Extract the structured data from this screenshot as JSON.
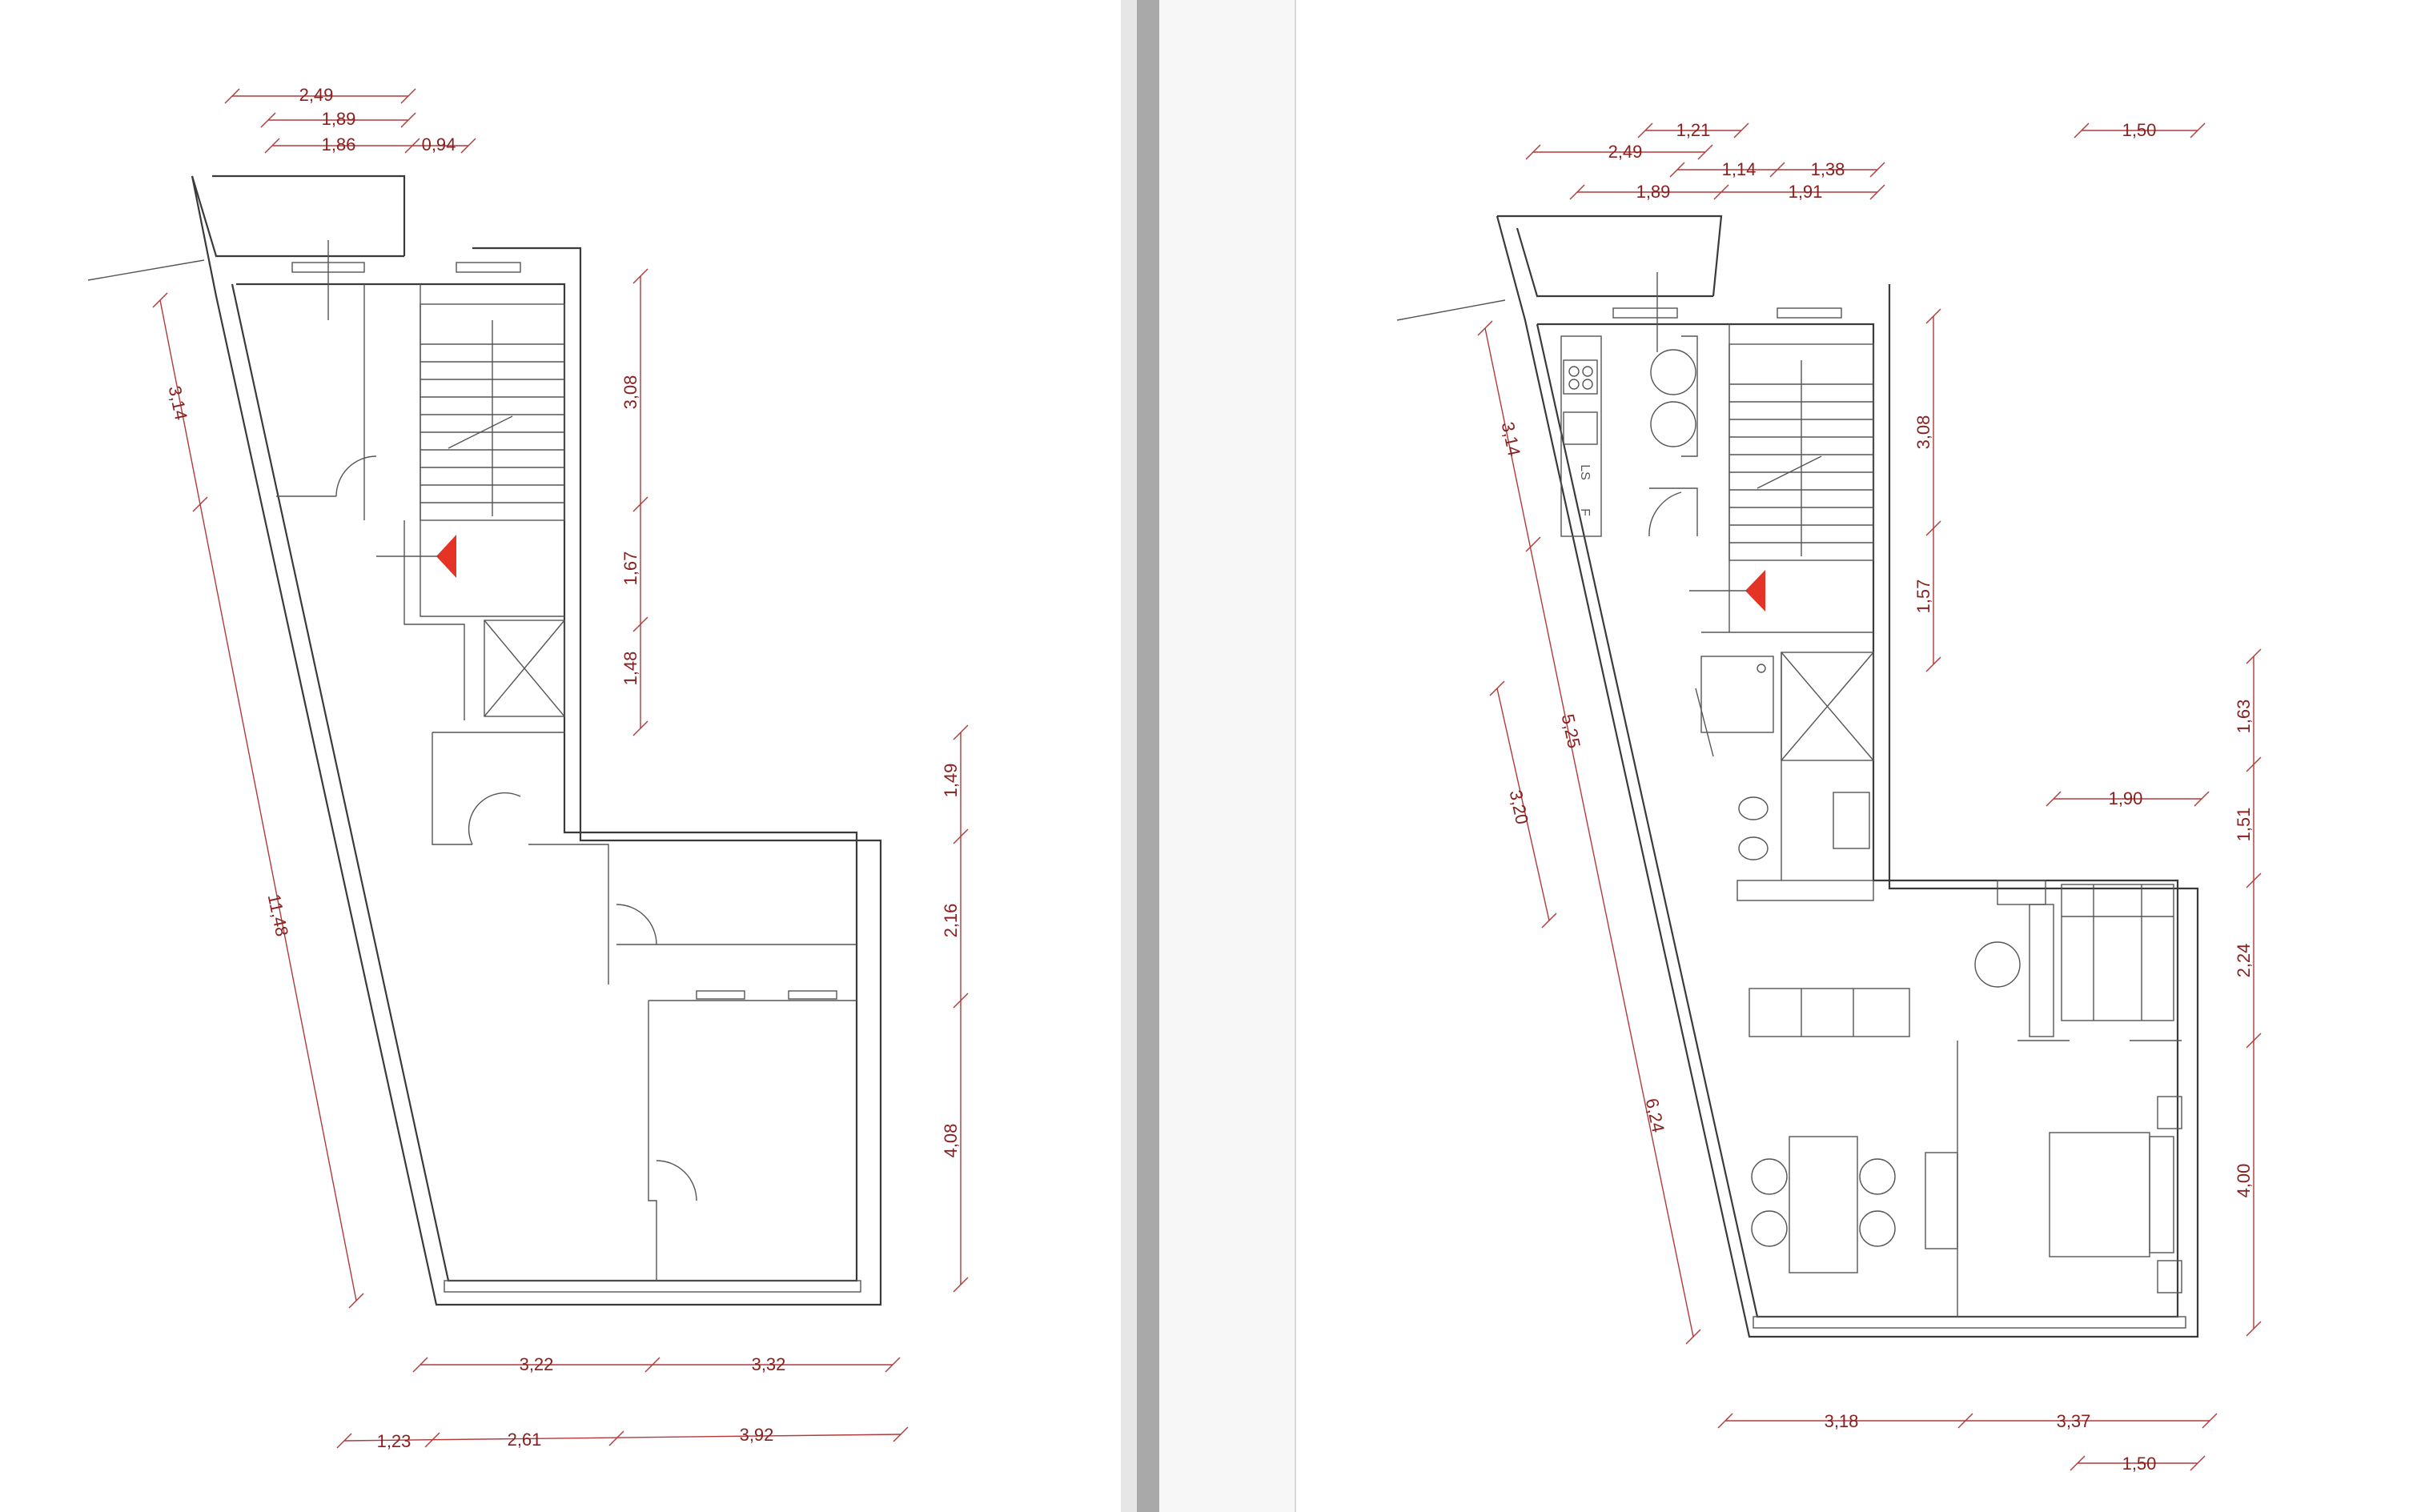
{
  "colors": {
    "dimension": "#b23a3a",
    "dimension_text": "#8a1f1f",
    "wall": "#3a3a3a",
    "gutter": "#a9a9a9",
    "arrow": "#e53325"
  },
  "plan_left": {
    "top_dims": [
      "2,49",
      "1,89",
      "1,86",
      "0,94"
    ],
    "side_dims": [
      "3,14",
      "11,48"
    ],
    "right_stair_dims": [
      "3,08",
      "1,67",
      "1,48"
    ],
    "right_dims": [
      "1,49",
      "2,16",
      "4,08"
    ],
    "bottom_dims": [
      "3,22",
      "3,32"
    ],
    "bottom_dims_2": [
      "1,23",
      "2,61",
      "3,92"
    ]
  },
  "plan_right": {
    "top_dims": [
      "1,21",
      "2,49",
      "1,14",
      "1,38",
      "1,89",
      "1,91",
      "1,50"
    ],
    "side_dims": [
      "3,14",
      "5,25",
      "3,20",
      "6,24"
    ],
    "right_stair_dims": [
      "3,08",
      "1,57"
    ],
    "right_dims": [
      "1,63",
      "1,51",
      "2,24",
      "4,00"
    ],
    "inner_dim": "1,90",
    "bottom_dims": [
      "3,18",
      "3,37"
    ],
    "bottom_dim_2": "1,50",
    "kitchen_labels": [
      "LS",
      "F"
    ]
  }
}
